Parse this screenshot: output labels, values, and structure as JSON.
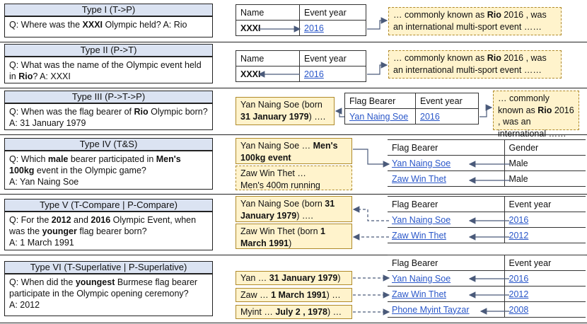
{
  "types": [
    {
      "title": "Type I (T->P)",
      "q_parts": [
        "Q: Where was the ",
        "XXXI",
        " Olympic held? A: Rio"
      ]
    },
    {
      "title": "Type II (P->T)",
      "q_parts": [
        "Q: What was the name of the Olympic event held in ",
        "Rio",
        "? A: XXXI"
      ]
    },
    {
      "title": "Type III (P->T->P)",
      "q_parts": [
        "Q: When was the flag bearer of ",
        "Rio",
        " Olympic born?"
      ],
      "answer": "A: 31 January 1979"
    },
    {
      "title": "Type IV (T&S)",
      "q_parts": [
        "Q: Which ",
        "male",
        " bearer participated in ",
        "Men's 100kg",
        " event in the Olympic game?"
      ],
      "answer": "A: Yan Naing Soe"
    },
    {
      "title": "Type V (T-Compare | P-Compare)",
      "q_parts": [
        "Q: For the ",
        "2012",
        " and ",
        "2016",
        " Olympic Event, when was the ",
        "younger",
        " flag bearer born?"
      ],
      "answer": "A: 1 March 1991"
    },
    {
      "title": "Type VI (T-Superlative | P-Superlative)",
      "q_parts": [
        "Q: When did the ",
        "youngest",
        " Burmese flag bearer participate in the Olympic opening ceremony?"
      ],
      "answer": "A: 2012"
    }
  ],
  "t1": {
    "h1": "Name",
    "h2": "Event year",
    "c1": "XXXI",
    "c2": "2016",
    "note_a": "… commonly known as ",
    "note_b": "Rio",
    " note_c": "",
    "note_tail": " 2016 , was an international multi-sport event ……"
  },
  "t2": {
    "h1": "Name",
    "h2": "Event year",
    "c1": "XXXI",
    "c2": "2016",
    "note_a": "… commonly known as ",
    "note_b": "Rio",
    "note_tail": " 2016 , was an international multi-sport event ……"
  },
  "t3": {
    "h1": "Flag Bearer",
    "h2": "Event year",
    "c1": "Yan Naing Soe",
    "c2": "2016",
    "left_a": "Yan Naing Soe (born",
    "left_b": "31 January 1979",
    ") ….": "",
    "left_tail": ") ….",
    "note_a": "… commonly known as ",
    "note_b": "Rio",
    "note_tail": " 2016 , was an international ……"
  },
  "t4": {
    "note1_a": "Yan Naing Soe … ",
    "note1_b": "Men's 100kg event",
    "note2_a": "Zaw Win Thet …",
    "note2_b": "Men's 400m running",
    "h1": "Flag Bearer",
    "h2": "Gender",
    "rows": [
      [
        "Yan Naing Soe",
        "Male"
      ],
      [
        "Zaw Win Thet",
        "Male"
      ]
    ]
  },
  "t5": {
    "note1_a": "Yan Naing Soe (born ",
    "note1_b": "31 January 1979",
    "note1_tail": ") ….",
    "note2_a": "Zaw Win Thet (born ",
    "note2_b": "1 March 1991",
    "note2_tail": ")",
    "h1": "Flag Bearer",
    "h2": "Event year",
    "rows": [
      [
        "Yan Naing Soe",
        "2016"
      ],
      [
        "Zaw Win Thet",
        "2012"
      ]
    ]
  },
  "t6": {
    "notes": [
      [
        "Yan … ",
        "31 January 1979",
        ") …"
      ],
      [
        "Zaw … ",
        "1 March 1991",
        ") …"
      ],
      [
        "Myint  … ",
        "July 2 , 1978",
        ") …"
      ]
    ],
    "h1": "Flag Bearer",
    "h2": "Event year",
    "rows": [
      [
        "Yan Naing Soe",
        "2016"
      ],
      [
        "Zaw Win Thet",
        "2012"
      ],
      [
        "Phone  Myint Tayzar",
        "2008"
      ]
    ]
  }
}
